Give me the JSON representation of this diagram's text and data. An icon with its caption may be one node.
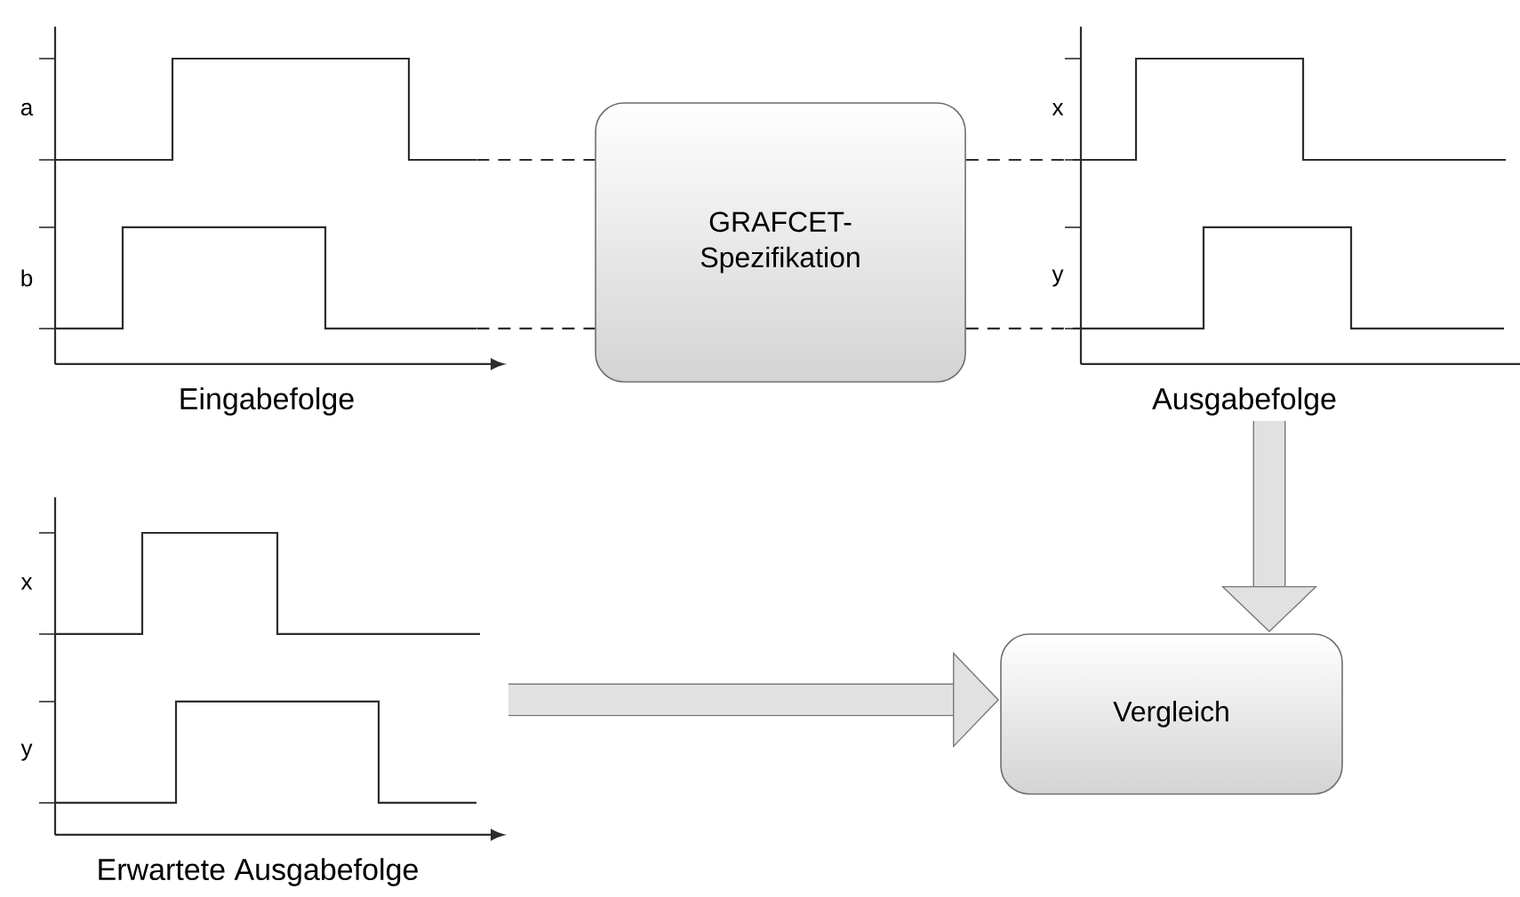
{
  "diagram": {
    "nodes": [
      {
        "text": [
          "a",
          "b",
          "Eingabefolge"
        ]
      },
      {
        "text": [
          "GRAFCET- Spezifikation"
        ]
      },
      {
        "text": [
          "x",
          "y",
          "Ausgabefolge"
        ]
      },
      {
        "text": [
          "x",
          "y",
          "Erwartete Ausgabefolge"
        ]
      },
      {
        "text": [
          "Vergleich"
        ]
      }
    ],
    "edges": [
      {
        "from": 0,
        "to": 1,
        "arrow": "none",
        "style": "dashed"
      },
      {
        "from": 0,
        "to": 1,
        "arrow": "none",
        "style": "dashed"
      },
      {
        "from": 1,
        "to": 2,
        "arrow": "none",
        "style": "dashed"
      },
      {
        "from": 1,
        "to": 2,
        "arrow": "none",
        "style": "dashed"
      },
      {
        "from": 2,
        "to": 4,
        "arrow": "to",
        "style": "thick"
      },
      {
        "from": 3,
        "to": 4,
        "arrow": "to",
        "style": "thick"
      }
    ]
  }
}
